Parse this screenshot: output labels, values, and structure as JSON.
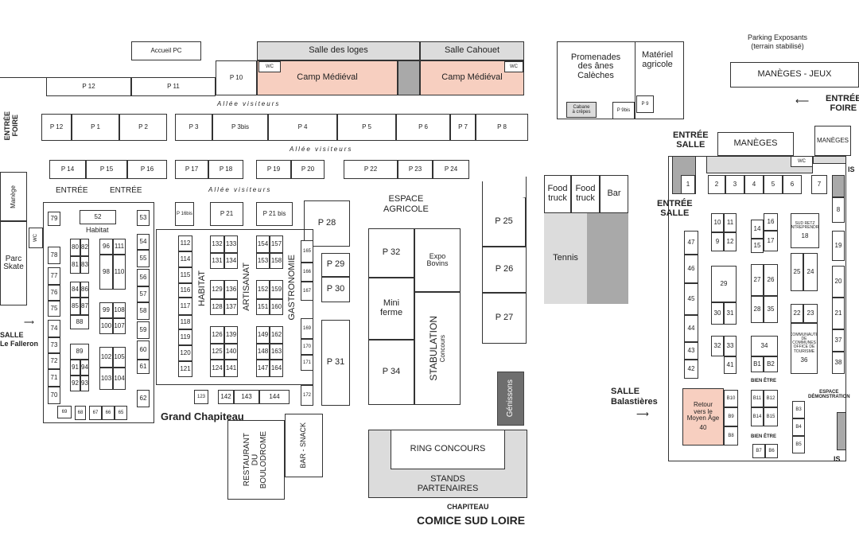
{
  "zones": {
    "accueil_pc": "Accueil PC",
    "salle_des_loges": "Salle des loges",
    "salle_cahouet": "Salle Cahouet",
    "camp_medieval_1": "Camp Médiéval",
    "camp_medieval_2": "Camp Médiéval",
    "promenades_anes": "Promenades\ndes ânes\nCalèches",
    "materiel_agricole": "Matériel\nagricole",
    "cabane_crepes": "Cabane\nà crêpes",
    "parking_exposants": "Parking Exposants\n(terrain stabilisé)",
    "maneges_jeux": "MANÈGES - JEUX",
    "entree_foire_left": "ENTRÉE\nFOIRE",
    "entree_foire_right": "ENTRÉE\nFOIRE",
    "entree_1": "ENTRÉE",
    "entree_2": "ENTRÉE",
    "manege": "Manège",
    "parc_skate": "Parc\nSkate",
    "salle_falleron": "SALLE\nLe Falleron",
    "habitat_label": "Habitat",
    "habitat_vertical": "HABITAT",
    "artisanat_vertical": "ARTISANAT",
    "gastronomie_vertical": "GASTRONOMIE",
    "espace_agricole": "ESPACE\nAGRICOLE",
    "expo_bovins": "Expo\nBovins",
    "mini_ferme": "Mini\nferme",
    "stabulation": "STABULATION",
    "concours": "Concours",
    "genissons": "Génissons",
    "ring_concours": "RING CONCOURS",
    "stands_partenaires": "STANDS\nPARTENAIRES",
    "chapiteau_small": "CHAPITEAU",
    "comice_sud_loire": "COMICE SUD LOIRE",
    "grand_chapiteau": "Grand Chapiteau",
    "restaurant": "RESTAURANT\nDU\nBOULODROME",
    "bar_snack": "BAR - SNACK",
    "food_truck_1": "Food\ntruck",
    "food_truck_2": "Food\ntruck",
    "bar": "Bar",
    "tennis": "Tennis",
    "entree_salle_1": "ENTRÉE\nSALLE",
    "entree_salle_2": "ENTRÉE\nSALLE",
    "maneges_1": "MANÈGES",
    "maneges_2": "MANÈGES",
    "wc": "WC",
    "is_1": "IS",
    "is_2": "IS",
    "salle_balastieres": "SALLE\nBalastières",
    "retour_moyen_age": "Retour\nvers le\nMoyen Âge",
    "retour_num": "40",
    "sud_retz": "SUD RETZ\nENTREPRENDRE",
    "communaute": "COMMUNAUTÉ\nDE COMMUNES\nOFFICE DE\nTOURISME",
    "bien_etre_1": "BIEN ÊTRE",
    "bien_etre_2": "BIEN ÊTRE",
    "espace_demonstration": "ESPACE\nDÉMONSTRATION",
    "allee_visiteurs_1": "Allée visiteurs",
    "allee_visiteurs_2": "Allée visiteurs",
    "allee_visiteurs_3": "Allée visiteurs"
  },
  "stand_labels": {
    "P12a": "P 12",
    "P11": "P 11",
    "P10": "P 10",
    "P12b": "P 12",
    "P1": "P 1",
    "P2": "P 2",
    "P3": "P 3",
    "P3bis": "P 3bis",
    "P4": "P 4",
    "P5": "P 5",
    "P6": "P 6",
    "P7": "P 7",
    "P8": "P 8",
    "P9": "P 9",
    "P9bis": "P 9bis",
    "P14": "P 14",
    "P15": "P 15",
    "P16": "P 16",
    "P17": "P 17",
    "P18": "P 18",
    "P19": "P 19",
    "P20": "P 20",
    "P22": "P 22",
    "P23": "P 23",
    "P24": "P 24",
    "P16bis": "P 16bis",
    "P21": "P 21",
    "P21bis": "P 21 bis",
    "P28": "P 28",
    "P29": "P 29",
    "P30": "P 30",
    "P31": "P 31",
    "P32": "P 32",
    "P34": "P 34",
    "P25": "P 25",
    "P26": "P 26",
    "P27": "P 27"
  },
  "stands": [
    "79",
    "52",
    "53",
    "78",
    "80",
    "82",
    "96",
    "111",
    "81",
    "83",
    "98",
    "110",
    "54",
    "55",
    "77",
    "84",
    "86",
    "56",
    "76",
    "85",
    "87",
    "57",
    "75",
    "88",
    "99",
    "108",
    "58",
    "100",
    "107",
    "74",
    "59",
    "73",
    "89",
    "102",
    "105",
    "60",
    "72",
    "91",
    "94",
    "61",
    "92",
    "93",
    "103",
    "104",
    "71",
    "70",
    "62",
    "69",
    "68",
    "67",
    "66",
    "65",
    "112",
    "114",
    "115",
    "116",
    "117",
    "118",
    "119",
    "120",
    "121",
    "132",
    "133",
    "131",
    "134",
    "129",
    "136",
    "128",
    "137",
    "126",
    "139",
    "125",
    "140",
    "124",
    "141",
    "154",
    "157",
    "153",
    "158",
    "152",
    "159",
    "151",
    "160",
    "149",
    "162",
    "148",
    "163",
    "147",
    "164",
    "165",
    "166",
    "167",
    "169",
    "170",
    "171",
    "172",
    "123",
    "142",
    "143",
    "144",
    "1",
    "2",
    "3",
    "4",
    "5",
    "6",
    "7",
    "8",
    "10",
    "11",
    "9",
    "12",
    "14",
    "16",
    "15",
    "17",
    "18",
    "19",
    "47",
    "46",
    "45",
    "44",
    "43",
    "42",
    "29",
    "30",
    "31",
    "25",
    "24",
    "27",
    "26",
    "28",
    "35",
    "20",
    "22",
    "23",
    "21",
    "32",
    "33",
    "41",
    "34",
    "36",
    "37",
    "38",
    "B1",
    "B2",
    "B10",
    "B11",
    "B12",
    "B9",
    "B14",
    "B15",
    "B8",
    "B3",
    "B4",
    "B5",
    "B7",
    "B6"
  ]
}
